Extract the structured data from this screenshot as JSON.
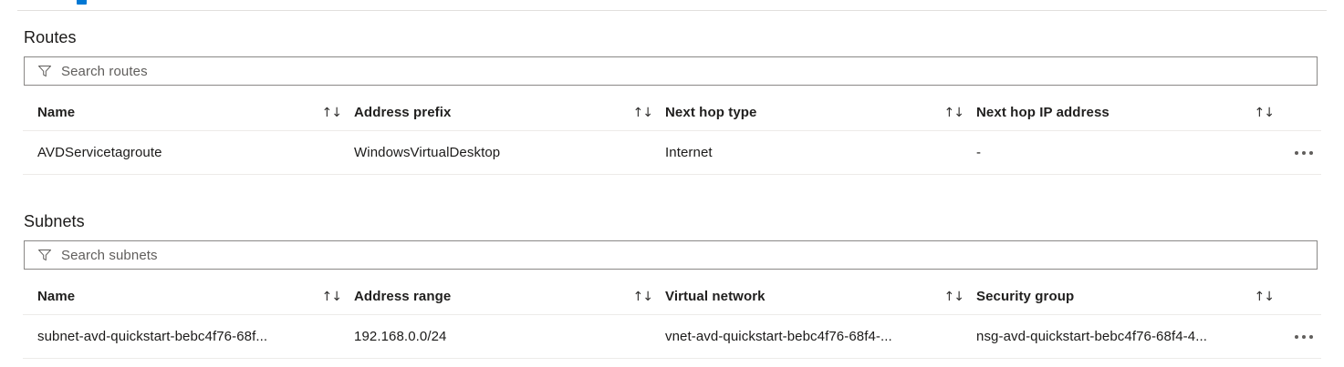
{
  "page": {
    "accent_color": "#0078d4",
    "border_color": "#e1dfdd",
    "row_border_color": "#edebe9",
    "text_color": "#1b1a19",
    "placeholder_color": "#605e5c"
  },
  "sections": {
    "routes": {
      "title": "Routes",
      "search": {
        "placeholder": "Search routes",
        "value": "",
        "icon": "filter-icon"
      },
      "columns": [
        {
          "label": "Name",
          "sort_icon": "↑↓"
        },
        {
          "label": "Address prefix",
          "sort_icon": "↑↓"
        },
        {
          "label": "Next hop type",
          "sort_icon": "↑↓"
        },
        {
          "label": "Next hop IP address",
          "sort_icon": "↑↓"
        }
      ],
      "rows": [
        {
          "name": "AVDServicetagroute",
          "address_prefix": "WindowsVirtualDesktop",
          "next_hop_type": "Internet",
          "next_hop_ip_address": "-",
          "more_icon": "ellipsis-icon"
        }
      ]
    },
    "subnets": {
      "title": "Subnets",
      "search": {
        "placeholder": "Search subnets",
        "value": "",
        "icon": "filter-icon"
      },
      "columns": [
        {
          "label": "Name",
          "sort_icon": "↑↓"
        },
        {
          "label": "Address range",
          "sort_icon": "↑↓"
        },
        {
          "label": "Virtual network",
          "sort_icon": "↑↓"
        },
        {
          "label": "Security group",
          "sort_icon": "↑↓"
        }
      ],
      "rows": [
        {
          "name": "subnet-avd-quickstart-bebc4f76-68f...",
          "address_range": "192.168.0.0/24",
          "virtual_network": "vnet-avd-quickstart-bebc4f76-68f4-...",
          "security_group": "nsg-avd-quickstart-bebc4f76-68f4-4...",
          "more_icon": "ellipsis-icon"
        }
      ]
    }
  }
}
